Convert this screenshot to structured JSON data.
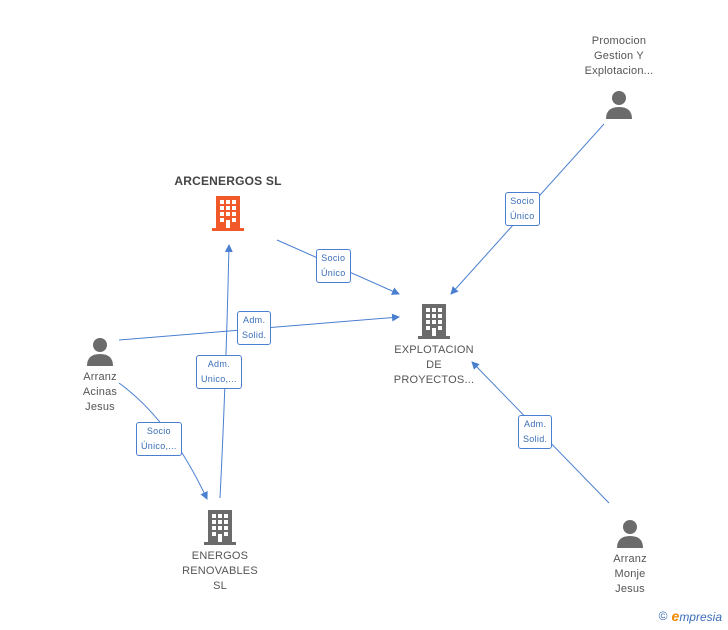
{
  "colors": {
    "edge": "#4a7fd0",
    "company_highlight": "#f2592a",
    "company": "#6b6b6b",
    "person": "#6b6b6b"
  },
  "nodes": {
    "arcenergos": {
      "label": "ARCENERGOS SL",
      "icon": "building-icon"
    },
    "explotacion": {
      "label": "EXPLOTACION\nDE\nPROYECTOS...",
      "icon": "building-icon"
    },
    "energos": {
      "label": "ENERGOS\nRENOVABLES\nSL",
      "icon": "building-icon"
    },
    "promocion": {
      "label": "Promocion\nGestion Y\nExplotacion...",
      "icon": "person-icon"
    },
    "acinas": {
      "label": "Arranz\nAcinas\nJesus",
      "icon": "person-icon"
    },
    "monje": {
      "label": "Arranz\nMonje\nJesus",
      "icon": "person-icon"
    }
  },
  "edges": {
    "arcenergos_explotacion": "Socio\nÚnico",
    "promocion_explotacion": "Socio\nÚnico",
    "acinas_explotacion": "Adm.\nSolid.",
    "energos_arcenergos": "Adm.\nUnico,...",
    "acinas_energos": "Socio\nÚnico,...",
    "monje_explotacion": "Adm.\nSolid."
  },
  "footer": {
    "copyright": "©",
    "brand_e": "e",
    "brand_rest": "mpresia"
  }
}
